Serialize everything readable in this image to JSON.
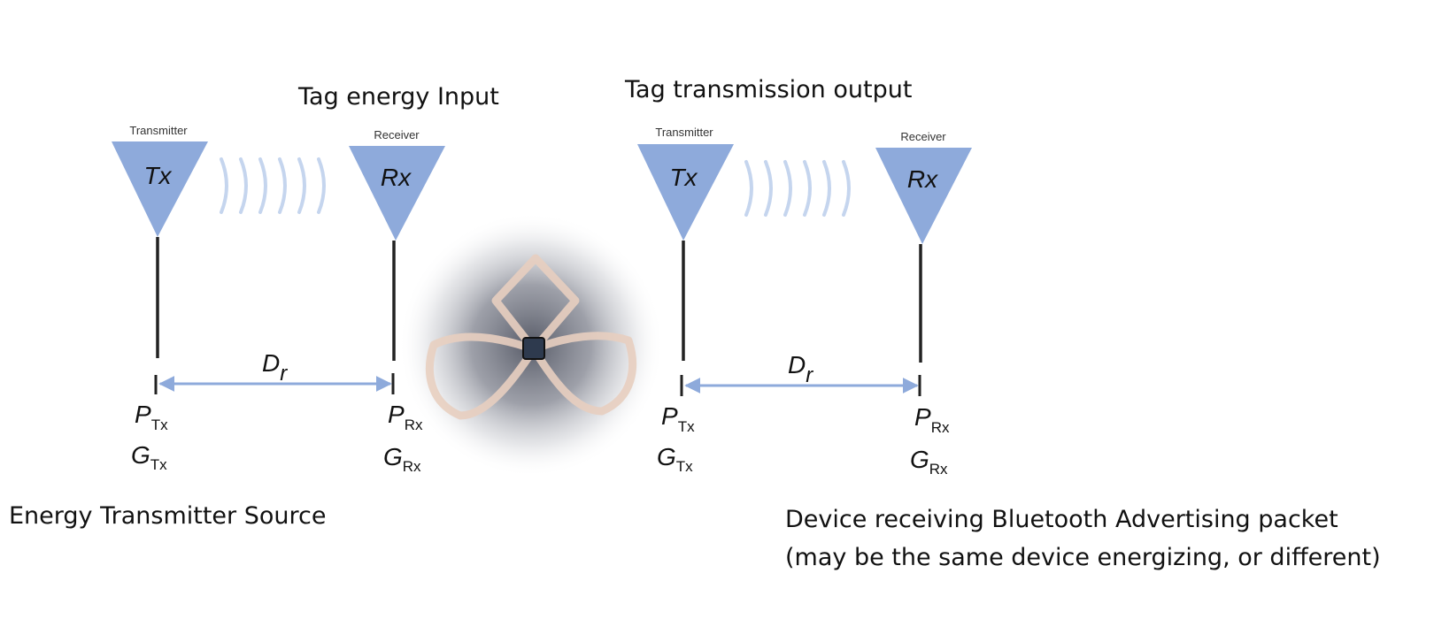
{
  "headings": {
    "tag_input": "Tag energy Input",
    "tag_output": "Tag transmission output"
  },
  "captions": {
    "source": "Energy Transmitter Source",
    "receiver_line1": "Device receiving Bluetooth Advertising packet",
    "receiver_line2": "(may be the same device energizing, or different)"
  },
  "links": [
    {
      "transmitter": {
        "caption": "Transmitter",
        "symbol": "Tx",
        "power": "P",
        "power_sub": "Tx",
        "gain": "G",
        "gain_sub": "Tx"
      },
      "receiver": {
        "caption": "Receiver",
        "symbol": "Rx",
        "power": "P",
        "power_sub": "Rx",
        "gain": "G",
        "gain_sub": "Rx"
      },
      "distance": {
        "symbol": "D",
        "sub": "r"
      }
    },
    {
      "transmitter": {
        "caption": "Transmitter",
        "symbol": "Tx",
        "power": "P",
        "power_sub": "Tx",
        "gain": "G",
        "gain_sub": "Tx"
      },
      "receiver": {
        "caption": "Receiver",
        "symbol": "Rx",
        "power": "P",
        "power_sub": "Rx",
        "gain": "G",
        "gain_sub": "Rx"
      },
      "distance": {
        "symbol": "D",
        "sub": "r"
      }
    }
  ],
  "colors": {
    "antenna": "#8eaadb",
    "wave": "#c5d5ee",
    "arrow": "#8eaadb",
    "mast": "#222222",
    "coil": "#e8cfc0"
  }
}
